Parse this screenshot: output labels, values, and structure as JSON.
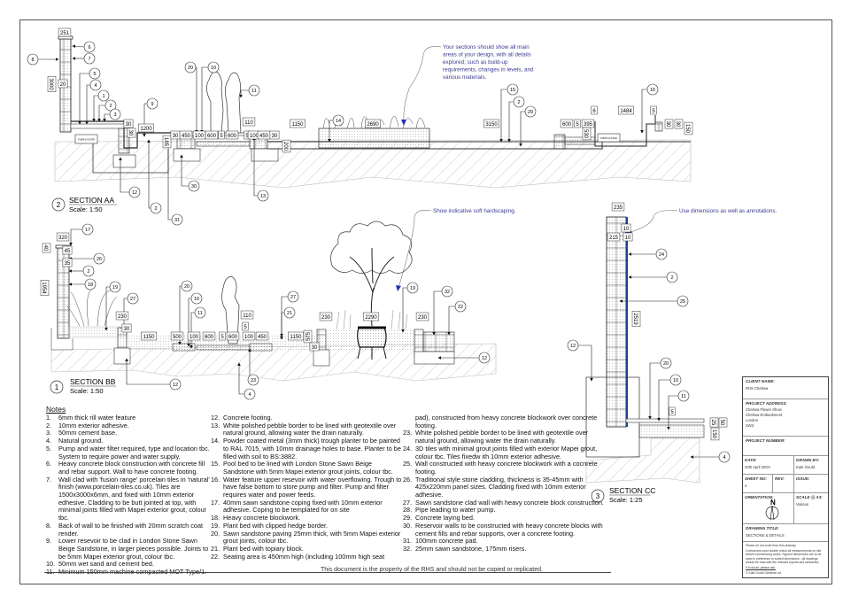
{
  "sections": {
    "aa": {
      "number": "2",
      "title": "SECTION AA",
      "scale": "Scale: 1:50",
      "callouts": [
        "6",
        "7",
        "8",
        "5",
        "4",
        "1",
        "2",
        "3",
        "9",
        "20",
        "10",
        "11",
        "12",
        "2",
        "31",
        "30",
        "13",
        "14",
        "15",
        "2",
        "29",
        "16"
      ],
      "dims": [
        "251",
        "3000",
        "20",
        "30",
        "30",
        "1200",
        "185",
        "30",
        "450",
        "100",
        "600",
        "5",
        "600",
        "5",
        "100",
        "450",
        "30",
        "110",
        "1150",
        "200",
        "2690",
        "3150",
        "600",
        "5",
        "395",
        "530",
        "6",
        "1484",
        "5",
        "30",
        "30",
        "150"
      ],
      "box_labels": [
        "PUMP & FILTER",
        "PUMP & FILTER"
      ]
    },
    "bb": {
      "number": "1",
      "title": "SECTION BB",
      "scale": "Scale: 1:50",
      "callouts": [
        "17",
        "26",
        "2",
        "18",
        "19",
        "27",
        "20",
        "10",
        "11",
        "27",
        "21",
        "12",
        "23",
        "4",
        "19",
        "32",
        "22",
        "12"
      ],
      "dims": [
        "320",
        "40",
        "45",
        "35",
        "1954",
        "230",
        "30",
        "1150",
        "500",
        "100",
        "600",
        "5",
        "600",
        "110",
        "5",
        "100",
        "450",
        "1150",
        "525",
        "30",
        "230",
        "2290",
        "230"
      ]
    },
    "cc": {
      "number": "3",
      "title": "SECTION CC",
      "scale": "Scale: 1:25",
      "callouts": [
        "24",
        "2",
        "25",
        "12",
        "20",
        "10",
        "11",
        "4"
      ],
      "dims": [
        "235",
        "10",
        "215",
        "10",
        "2519",
        "5",
        "25",
        "50",
        "150"
      ]
    }
  },
  "annotations": {
    "sections_note": [
      "Your sections should show all main",
      "areas of your design, with all details",
      "explored; such as build-up",
      "requirements, changes in levels, and",
      "various materials."
    ],
    "softscape_note": "Show indicative soft hardscaping.",
    "dimensions_note": "Use dimensions as well as annotations."
  },
  "notes": {
    "title": "Notes",
    "items": [
      "6mm thick rill water feature",
      "10mm exterior adhesive.",
      "50mm cement base.",
      "Natural ground.",
      "Pump and water filter required, type and location tbc. System to require power and water supply.",
      "Heavy concrete block construction with concrete fill and rebar support. Wall to have concrete footing.",
      "Wall clad with 'fusion range' porcelain tiles in 'natural' finish (www.porcelain-tiles.co.uk). Tiles are 1500x3000x6mm, and fixed with 10mm exterior edhesive. Cladding to be butt jointed at top, with minimal joints filled with Mapei exterior grout, colour tbc.",
      "Back of wall to be finished with 20mm scratch coat render.",
      "Lower resevoir to be clad in London Stone Sawn Beige Sandstone, in larger pieces possible. Joints to be 5mm Mapei exterior grout, colour tbc.",
      "50mm wet sand and cement bed.",
      "Minimum 150mm machine compacted MOT Type/1.",
      "Concrete footing.",
      "White polished pebble border to be lined with geotextile over natural ground, allowing water the drain naturally.",
      "Powder coated metal (3mm thick) trough planter to be painted to RAL 7015, with 10mm drainage holes to base. Planter to be filled with soil to BS:3882.",
      "Pool bed to be lined with London Stone Sawn Beige Sandstone with 5mm Mapei exterior grout joints, colour tbc.",
      "Water feature upper resevoir with water overflowing. Trough to have false bottom to store pump and filter. Pump and filter requires water and power feeds.",
      "40mm sawn sandstone coping fixed with 10mm exterior adhesive. Coping to be templated for on site",
      "Heavy concrete blockwork.",
      "Plant bed with clipped hedge border.",
      "Sawn sandstone paving 25mm thick, with 5mm Mapei exterior grout joints, colour tbc.",
      "Plant bed with topiary block.",
      "Seating area is 450mm high (including 100mm high seat",
      "White polished pebble border to be lined with geotextile over natural ground, allowing water the drain naturally.",
      "3D tiles with minimal grout joints filled with exterior Mapei grout, colour tbc. Tiles fixedw ith 10mm exterior adhesive.",
      "Wall constructed with heavy concrete blockwork with a cocnrete footing.",
      "Traditional style stone cladding, thickness is 35-45mm with 425x220mm panel sizes. Cladding fixed with 10mm exterior adhesive.",
      "Sawn sandstone clad wall with heavy concrete block construction.",
      "Pipe leading to water pump.",
      "Concrete laying bed.",
      "Reservoir walls to be constructed with heavy concrete blocks with cement fills and rebar supports, over a concrete footing.",
      "100mm concrete pad.",
      "25mm sawn sandstone, 175mm risers."
    ],
    "item22_continued": "pad), constructed from heavy concrete blockwork over concrete footing."
  },
  "footer": "This document is the property of the RHS and should not be copied or replicated.",
  "title_block": {
    "client_label": "CLIENT NAME:",
    "client": "RHS Chelsea",
    "address_label": "PROJECT ADDRESS:",
    "address": [
      "Chelsea Flower Show",
      "Chelsea Embankment",
      "London",
      "SW3"
    ],
    "project_number_label": "PROJECT NUMBER:",
    "date_label": "DATE:",
    "date": "20th April 20XX",
    "drawn_by_label": "DRAWN BY:",
    "drawn_by": "Kate Gould",
    "sheet_label": "SHEET NO:",
    "sheet": "4",
    "rev_label": "REV:",
    "issue_label": "ISSUE:",
    "orientation_label": "ORIENTATION:",
    "north": "N",
    "scale_label": "SCALE @ A3:",
    "scale": "Various",
    "drawing_title_label": "DRAWING TITLE:",
    "drawing_title": "SECTIONS & DETAILS",
    "disclaimer": [
      "Please do not scale from this drawing.",
      "Contractors must double check all measurements on site before commencing works. Figured dimensions are to be used in preference to scaled dimensions - all drawings should be read with the relevant reports and schedules.",
      "If in doubt, please ask.",
      "© Kate Gould Gardens Ltd"
    ]
  },
  "colors": {
    "annotation": "#3b3b8f",
    "line": "#222222",
    "hatch": "#9a9a9a",
    "cladding": "#1f3f8f"
  }
}
